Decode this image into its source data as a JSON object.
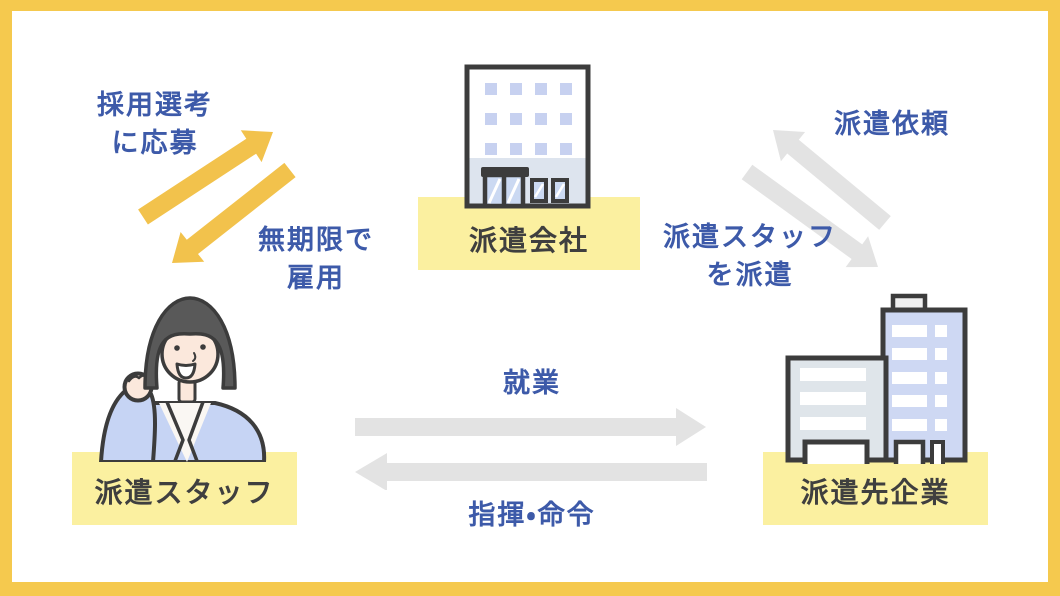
{
  "diagram_type": "haken (temporary staffing) relationship diagram",
  "entities": {
    "company": {
      "label": "派遣会社"
    },
    "staff": {
      "label": "派遣スタッフ"
    },
    "client": {
      "label": "派遣先企業"
    }
  },
  "relations": {
    "staff_to_company": {
      "line1": "採用選考",
      "line2": "に応募"
    },
    "company_to_staff": {
      "line1": "無期限で",
      "line2": "雇用"
    },
    "client_to_company": {
      "line1": "派遣依頼"
    },
    "company_to_client": {
      "line1": "派遣スタッフ",
      "line2": "を派遣"
    },
    "staff_to_client": {
      "line1": "就業"
    },
    "client_to_staff": {
      "line1": "指揮・命令"
    }
  },
  "icons": {
    "company": "office-building-icon",
    "staff": "female-staff-icon",
    "client": "city-buildings-icon",
    "yellow_arrows": "double-diagonal-arrows-icon",
    "gray_arrows": "double-diagonal-arrows-icon",
    "horizontal_arrows": "double-horizontal-arrows-icon"
  },
  "colors": {
    "frame-yellow": "#F5C94E",
    "box-yellow": "#FBF0A0",
    "arrow-yellow": "#F2C24C",
    "arrow-gray": "#E3E3E3",
    "text-blue": "#3D5AA9",
    "text-dark": "#3F3F3F",
    "outline": "#3C3C3C",
    "window-lavender": "#C7D1F0",
    "glass-lavender": "#CBD9F2",
    "building-band": "#DDE4EE",
    "tall-building": "#CED8F3",
    "short-building": "#DFE5EA",
    "roof-gray": "#EFEFEF",
    "skin": "#FBE8DC",
    "hair": "#595959",
    "jacket": "#C6D4F4",
    "shirt": "#FAF7F3"
  }
}
